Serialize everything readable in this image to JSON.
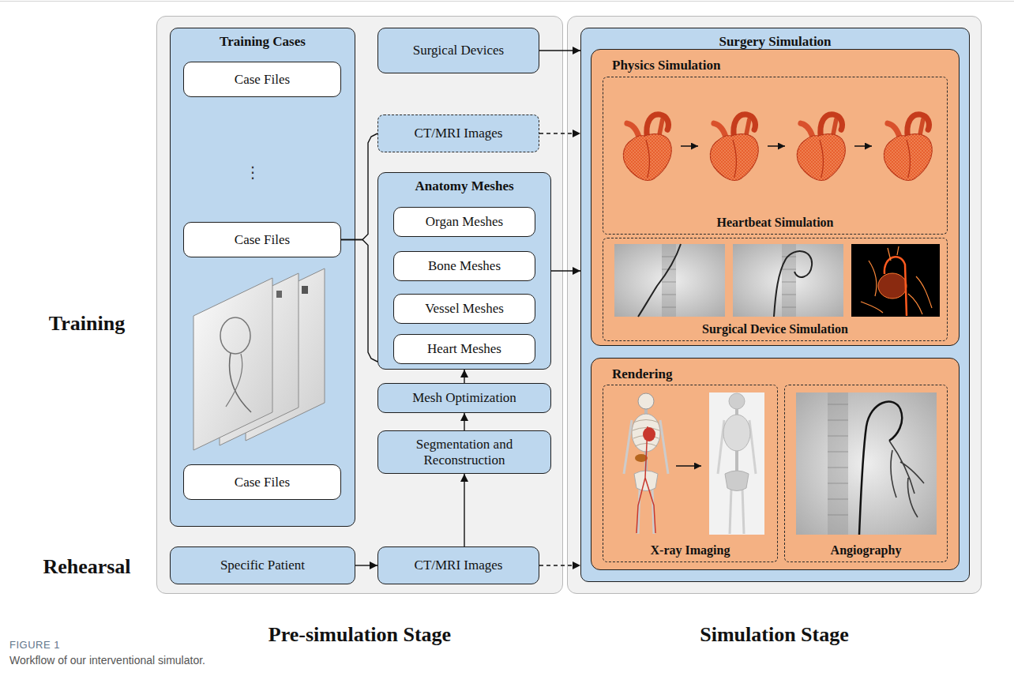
{
  "diagram": {
    "caption": "Workflow of our interventional simulator.",
    "nodes": [
      {
        "text": [
          "Pre-simulation Stage"
        ]
      },
      {
        "text": [
          "Training Cases"
        ],
        "in": 0
      },
      {
        "text": [
          "Case Files"
        ],
        "in": 1
      },
      {
        "text": [
          "Case Files"
        ],
        "in": 1
      },
      {
        "text": [
          "Case Files"
        ],
        "in": 1
      },
      {
        "text": [
          "Surgical Devices"
        ],
        "in": 0
      },
      {
        "text": [
          "CT/MRI Images"
        ],
        "in": 0
      },
      {
        "text": [
          "Anatomy Meshes"
        ],
        "in": 0
      },
      {
        "text": [
          "Organ Meshes"
        ],
        "in": 7
      },
      {
        "text": [
          "Bone Meshes"
        ],
        "in": 7
      },
      {
        "text": [
          "Vessel Meshes"
        ],
        "in": 7
      },
      {
        "text": [
          "Heart Meshes"
        ],
        "in": 7
      },
      {
        "text": [
          "Mesh Optimization"
        ],
        "in": 0
      },
      {
        "text": [
          "Segmentation and Reconstruction"
        ],
        "in": 0
      },
      {
        "text": [
          "Specific Patient"
        ],
        "in": 0
      },
      {
        "text": [
          "CT/MRI Images"
        ],
        "in": 0
      },
      {
        "text": [
          "Simulation Stage"
        ]
      },
      {
        "text": [
          "Surgery Simulation"
        ],
        "in": 16
      },
      {
        "text": [
          "Physics Simulation"
        ],
        "in": 17
      },
      {
        "text": [
          "Heartbeat Simulation"
        ],
        "in": 18
      },
      {
        "text": [
          "Surgical Device Simulation"
        ],
        "in": 18
      },
      {
        "text": [
          "Rendering"
        ],
        "in": 17
      },
      {
        "text": [
          "X-ray Imaging"
        ],
        "in": 21
      },
      {
        "text": [
          "Angiography"
        ],
        "in": 21
      }
    ],
    "edges": [
      {
        "from": 5,
        "to": 17,
        "arrow": "to"
      },
      {
        "from": 6,
        "to": 17,
        "arrow": "to"
      },
      {
        "from": 7,
        "to": 17,
        "arrow": "to"
      },
      {
        "from": 12,
        "to": 7,
        "arrow": "to"
      },
      {
        "from": 13,
        "to": 12,
        "arrow": "to"
      },
      {
        "from": 15,
        "to": 13,
        "arrow": "to"
      },
      {
        "from": 14,
        "to": 15,
        "arrow": "to"
      },
      {
        "from": 15,
        "to": 17,
        "arrow": "to"
      },
      {
        "from": 3,
        "to": 6,
        "arrow": "none"
      },
      {
        "from": 3,
        "to": 7,
        "arrow": "none"
      }
    ],
    "labels": [
      "Training",
      "Rehearsal",
      "⋮",
      "FIGURE 1"
    ]
  }
}
